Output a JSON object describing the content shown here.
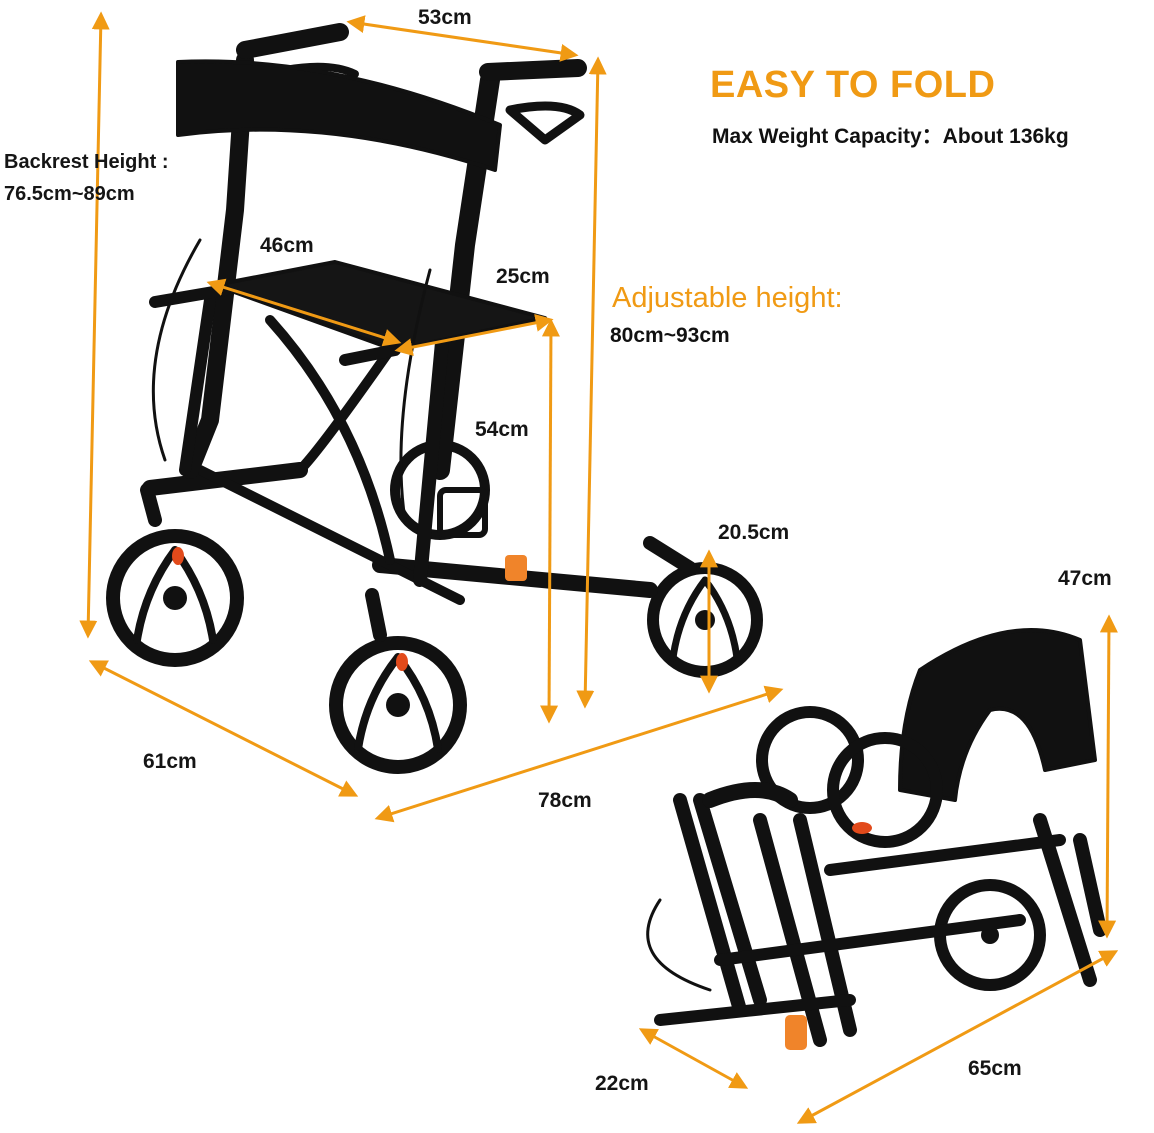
{
  "heading": {
    "title": "EASY TO FOLD",
    "capacity": "Max Weight Capacity：About 136kg"
  },
  "adjustable": {
    "label": "Adjustable height:",
    "range": "80cm~93cm"
  },
  "backrest": {
    "label": "Backrest Height :",
    "range": "76.5cm~89cm"
  },
  "dimensions": {
    "top_width": "53cm",
    "seat_width": "46cm",
    "seat_depth": "25cm",
    "seat_height": "54cm",
    "wheel_diameter": "20.5cm",
    "depth": "61cm",
    "length": "78cm",
    "folded_height": "47cm",
    "folded_width": "22cm",
    "folded_length": "65cm"
  },
  "colors": {
    "accent": "#f09a14",
    "frame": "#111111",
    "text": "#151515"
  }
}
